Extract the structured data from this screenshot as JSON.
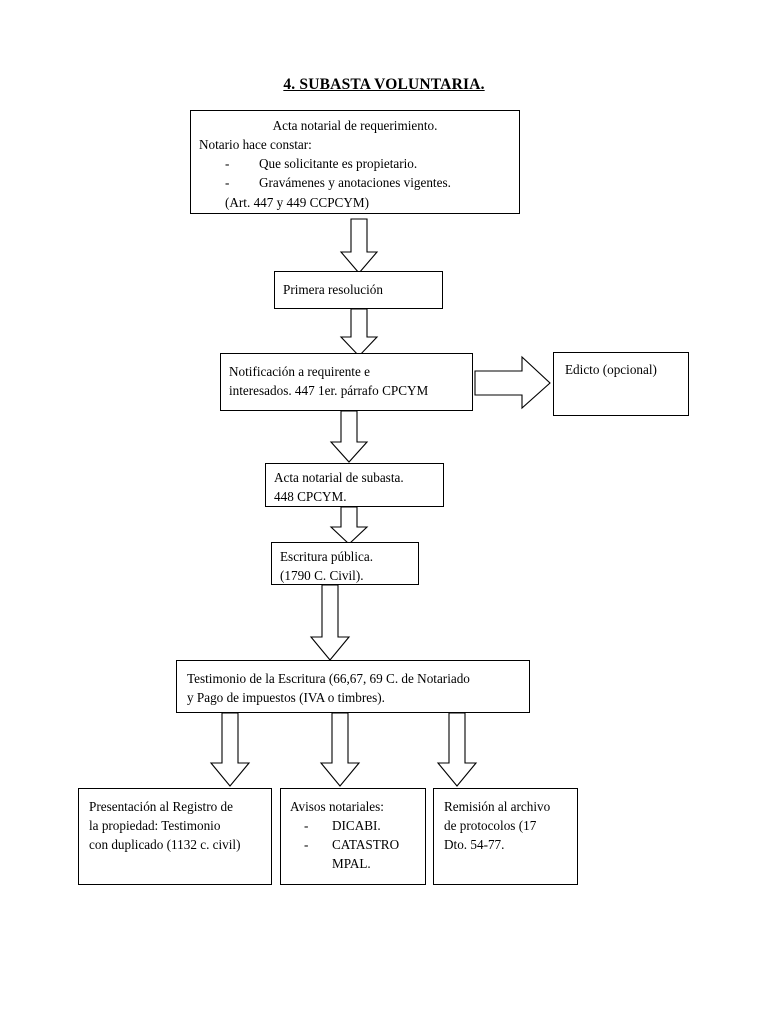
{
  "document": {
    "title": "4. SUBASTA VOLUNTARIA."
  },
  "flowchart": {
    "type": "flowchart",
    "orientation": "top-to-bottom",
    "nodes": [
      {
        "id": "acta-requerimiento",
        "heading": "Acta notarial de requerimiento.",
        "subheading": "Notario hace constar:",
        "bullets": [
          "Que solicitante es propietario.",
          "Gravámenes y anotaciones vigentes."
        ],
        "note": "(Art. 447 y 449 CCPCYM)"
      },
      {
        "id": "primera-resolucion",
        "line1": "Primera resolución"
      },
      {
        "id": "notificacion",
        "line1": "Notificación a requirente e",
        "line2": "interesados. 447 1er. párrafo CPCYM"
      },
      {
        "id": "edicto",
        "line1": "Edicto (opcional)"
      },
      {
        "id": "acta-subasta",
        "line1": "Acta notarial de subasta.",
        "line2": "448  CPCYM."
      },
      {
        "id": "escritura-publica",
        "line1": "Escritura pública.",
        "line2": "(1790 C. Civil)."
      },
      {
        "id": "testimonio",
        "line1": "Testimonio de la Escritura (66,67, 69 C. de Notariado",
        "line2": "y Pago de impuestos (IVA o timbres)."
      },
      {
        "id": "registro-propiedad",
        "line1": "Presentación al Registro de",
        "line2": "la propiedad: Testimonio",
        "line3": "con duplicado (1132 c. civil)"
      },
      {
        "id": "avisos-notariales",
        "heading": "Avisos notariales:",
        "bullets": [
          "DICABI.",
          "CATASTRO"
        ],
        "cont": "MPAL."
      },
      {
        "id": "remision-archivo",
        "line1": "Remisión al archivo",
        "line2": "de protocolos (17",
        "line3": "Dto. 54-77."
      }
    ],
    "connectors": [
      {
        "id": "c1",
        "from": "acta-requerimiento",
        "to": "primera-resolucion",
        "direction": "down"
      },
      {
        "id": "c2",
        "from": "primera-resolucion",
        "to": "notificacion",
        "direction": "down"
      },
      {
        "id": "c3",
        "from": "notificacion",
        "to": "edicto",
        "direction": "right"
      },
      {
        "id": "c4",
        "from": "notificacion",
        "to": "acta-subasta",
        "direction": "down"
      },
      {
        "id": "c5",
        "from": "acta-subasta",
        "to": "escritura-publica",
        "direction": "down"
      },
      {
        "id": "c6",
        "from": "escritura-publica",
        "to": "testimonio",
        "direction": "down"
      },
      {
        "id": "c7",
        "from": "testimonio",
        "to": "registro-propiedad",
        "direction": "down"
      },
      {
        "id": "c8",
        "from": "testimonio",
        "to": "avisos-notariales",
        "direction": "down"
      },
      {
        "id": "c9",
        "from": "testimonio",
        "to": "remision-archivo",
        "direction": "down"
      }
    ]
  },
  "style": {
    "stroke": "#000000",
    "fill": "#ffffff",
    "background": "#ffffff"
  }
}
